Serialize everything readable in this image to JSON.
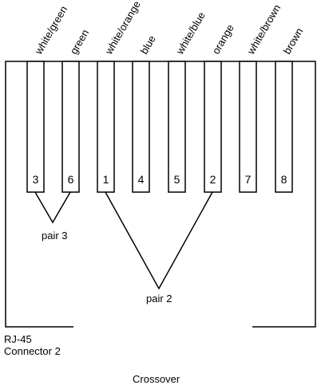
{
  "connector": {
    "label_line1": "RJ-45",
    "label_line2": "Connector 2"
  },
  "pins": [
    {
      "wire": "white/green",
      "number": "3"
    },
    {
      "wire": "green",
      "number": "6"
    },
    {
      "wire": "white/orange",
      "number": "1"
    },
    {
      "wire": "blue",
      "number": "4"
    },
    {
      "wire": "white/blue",
      "number": "5"
    },
    {
      "wire": "orange",
      "number": "2"
    },
    {
      "wire": "white/brown",
      "number": "7"
    },
    {
      "wire": "brown",
      "number": "8"
    }
  ],
  "pairs": [
    {
      "label": "pair 3",
      "pins": [
        "3",
        "6"
      ]
    },
    {
      "label": "pair 2",
      "pins": [
        "1",
        "2"
      ]
    }
  ],
  "caption": "Crossover"
}
